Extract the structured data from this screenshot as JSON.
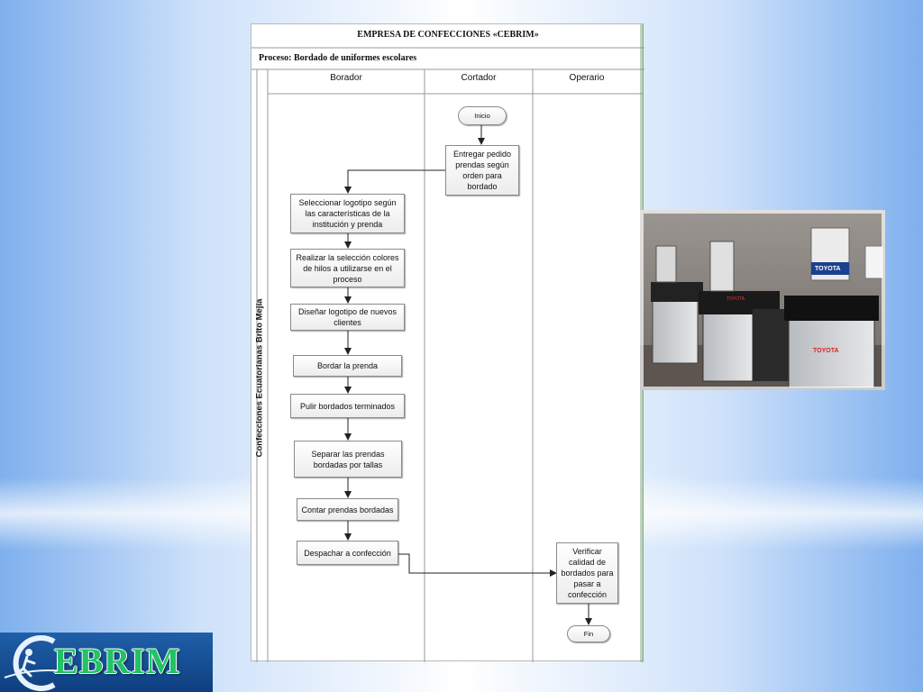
{
  "diagram": {
    "company": "EMPRESA DE CONFECCIONES «CEBRIM»",
    "process": "Proceso: Bordado de uniformes escolares",
    "pool": "Confecciones Ecuatorianas Brito Mejía",
    "lanes": [
      "Borador",
      "Cortador",
      "Operario"
    ],
    "cortador": {
      "start": "Inicio",
      "step": "Entregar pedido prendas según orden para bordado"
    },
    "borador": [
      "Seleccionar logotipo según las características de la institución y prenda",
      "Realizar la selección colores de hilos a utilizarse en el proceso",
      "Diseñar logotipo de nuevos clientes",
      "Bordar la prenda",
      "Pulir bordados terminados",
      "Separar las prendas bordadas por tallas",
      "Contar prendas bordadas",
      "Despachar a confección"
    ],
    "operario": {
      "step": "Verificar calidad de bordados para pasar a confección",
      "end": "Fin"
    }
  },
  "photo": {
    "machine_brand": "TOYOTA"
  },
  "logo": {
    "text": "EBRIM"
  }
}
